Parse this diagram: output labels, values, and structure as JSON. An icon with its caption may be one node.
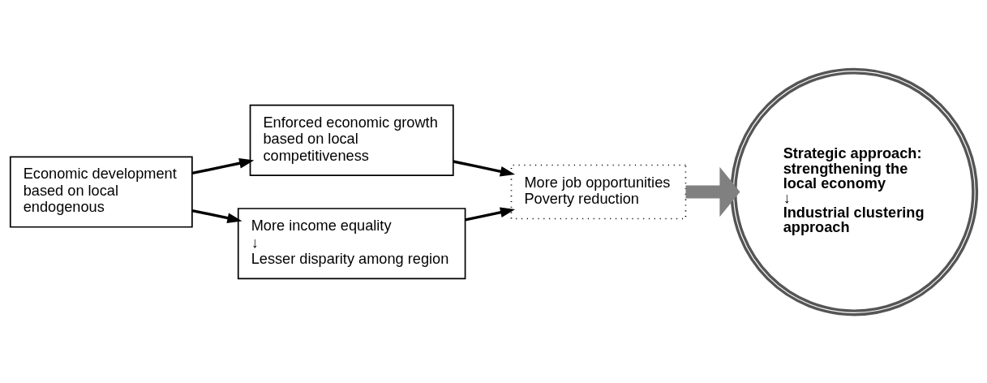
{
  "diagram": {
    "nodes": [
      {
        "text": [
          "Enforced economic growth based on local competitiveness"
        ]
      },
      {
        "text": [
          "Economic development based on local endogenous"
        ]
      },
      {
        "text": [
          "More job opportunities",
          "Poverty reduction"
        ]
      },
      {
        "text": [
          "More income equality",
          "↓",
          "Lesser disparity among region"
        ]
      },
      {
        "text": [
          "Strategic approach: strengthening the local economy",
          "↓",
          "Industrial clustering approach"
        ]
      }
    ],
    "edges": [
      {
        "from": 1,
        "to": 0,
        "arrow": "to"
      },
      {
        "from": 1,
        "to": 3,
        "arrow": "to"
      },
      {
        "from": 0,
        "to": 2,
        "arrow": "to"
      },
      {
        "from": 3,
        "to": 2,
        "arrow": "to"
      },
      {
        "from": 2,
        "to": 4,
        "arrow": "to",
        "style": "thick",
        "color": "#808080"
      }
    ]
  }
}
